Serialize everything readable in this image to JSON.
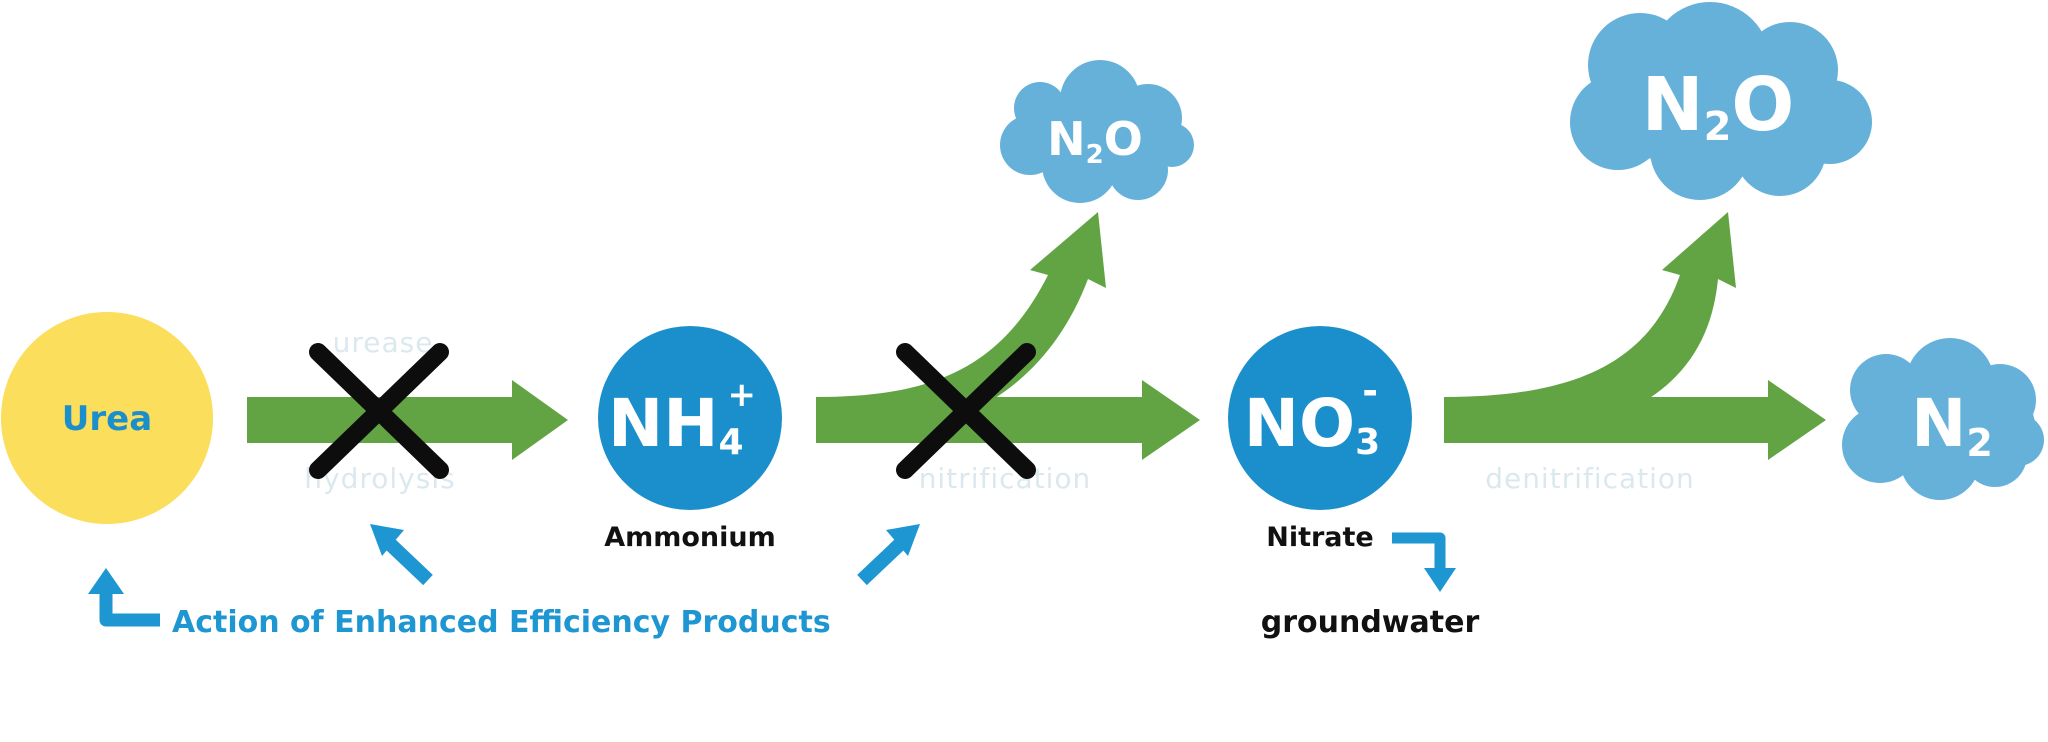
{
  "nodes": {
    "urea": {
      "label": "Urea"
    },
    "ammonium": {
      "formula_base": "NH",
      "formula_sub": "4",
      "formula_sup": "+",
      "caption": "Ammonium"
    },
    "nitrate": {
      "formula_base": "NO",
      "formula_sub": "3",
      "formula_sup": "-",
      "caption": "Nitrate"
    },
    "n2o_small": {
      "formula_base": "N",
      "formula_sub": "2",
      "formula_tail": "O"
    },
    "n2o_large": {
      "formula_base": "N",
      "formula_sub": "2",
      "formula_tail": "O"
    },
    "n2": {
      "formula_base": "N",
      "formula_sub": "2"
    }
  },
  "processes": {
    "urease_line1": "urease",
    "urease_line2": "hydrolysis",
    "nitrification": "nitrification",
    "denitrification": "denitrification"
  },
  "labels": {
    "groundwater": "groundwater",
    "eep_action": "Action of Enhanced Efficiency Products"
  },
  "colors": {
    "urea_fill": "#fbde5b",
    "urea_text": "#1a8fcc",
    "node_blue": "#1a8fcc",
    "cloud_blue": "#66b1da",
    "arrow_green": "#62a444",
    "blue_arrow": "#1e96d2",
    "block_x": "#0d0d0d"
  },
  "icons": [
    "block-x-icon",
    "blue-arrow-icon",
    "cloud-icon"
  ]
}
